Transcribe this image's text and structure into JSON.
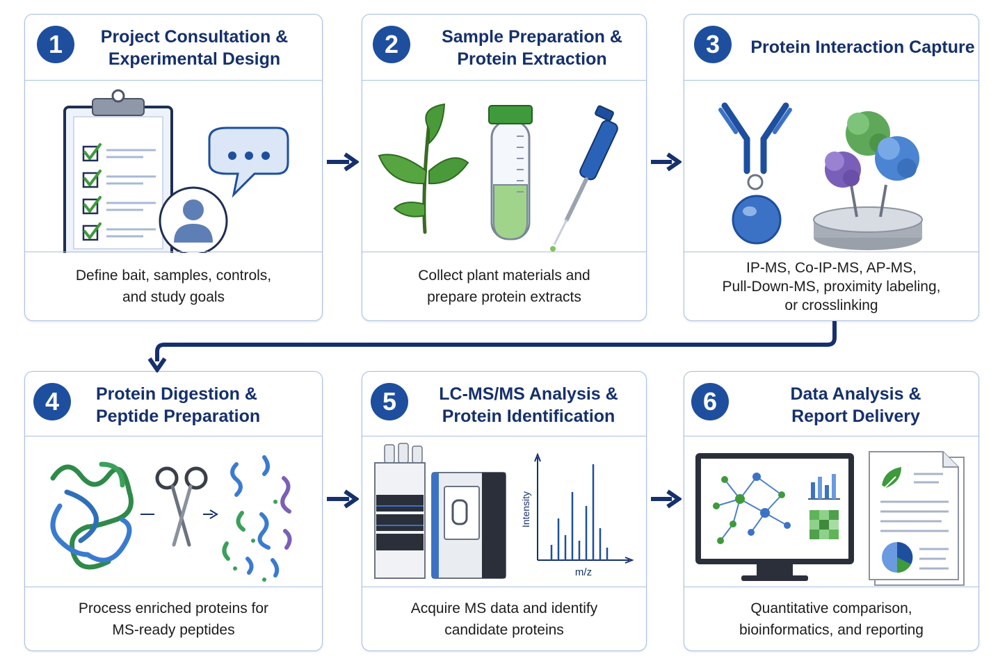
{
  "steps": [
    {
      "number": "1",
      "title": "Project Consultation &\nExperimental Design",
      "desc": "Define bait, samples, controls,\nand study goals"
    },
    {
      "number": "2",
      "title": "Sample Preparation &\nProtein Extraction",
      "desc": "Collect plant materials and\nprepare protein extracts"
    },
    {
      "number": "3",
      "title": "Protein Interaction Capture",
      "desc": "IP-MS, Co-IP-MS, AP-MS,\nPull-Down-MS, proximity labeling,\nor crosslinking"
    },
    {
      "number": "4",
      "title": "Protein Digestion &\nPeptide Preparation",
      "desc": "Process enriched proteins for\nMS-ready peptides"
    },
    {
      "number": "5",
      "title": "LC-MS/MS Analysis &\nProtein Identification",
      "desc": "Acquire MS data and identify\ncandidate proteins"
    },
    {
      "number": "6",
      "title": "Data Analysis &\nReport Delivery",
      "desc": "Quantitative comparison,\nbioinformatics, and reporting"
    }
  ],
  "spectrum": {
    "ylabel": "Intensity",
    "xlabel": "m/z"
  },
  "colors": {
    "primary": "#1e4f9e",
    "title": "#15306c",
    "border": "#a9bfe0",
    "arrow": "#15306c"
  }
}
